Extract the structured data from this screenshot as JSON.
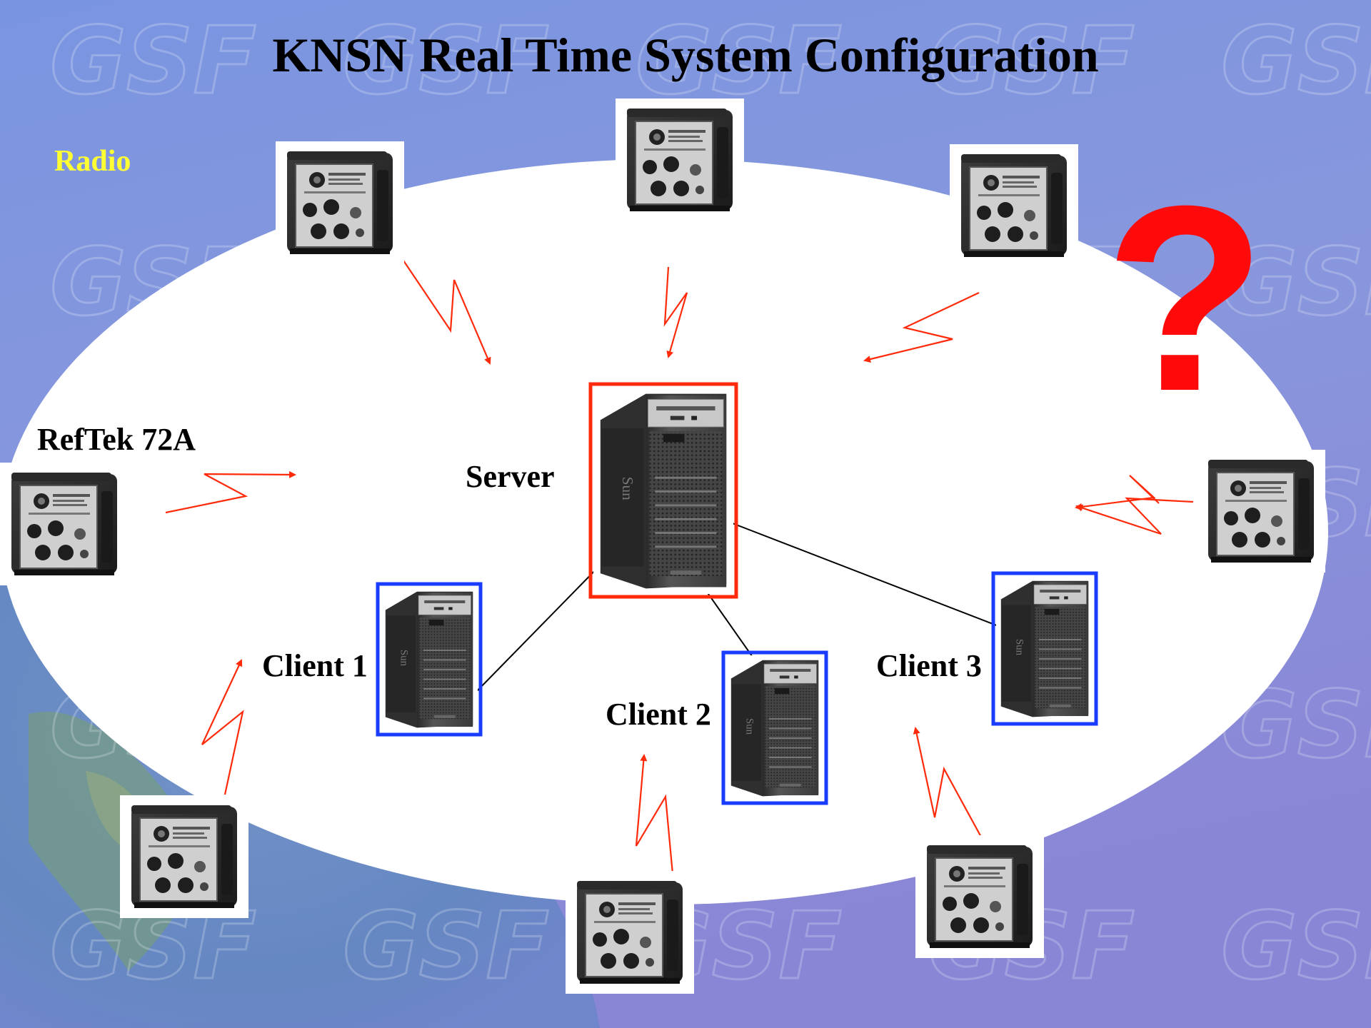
{
  "slide": {
    "title": "KNSN Real Time System Configuration",
    "watermark_text": "GSF"
  },
  "labels": {
    "radio": "Radio",
    "reftek": "RefTek 72A",
    "server": "Server",
    "client1": "Client 1",
    "client2": "Client 2",
    "client3": "Client 3",
    "question": "?"
  },
  "colors": {
    "background_top": "#7f96dd",
    "background_bottom": "#8c84d4",
    "ellipse_fill": "#ffffff",
    "radio_label": "#ffff33",
    "signal_arrow": "#ff2a0a",
    "server_frame": "#ff2a0a",
    "client_frame": "#1a3cff",
    "link_line": "#000000",
    "question_mark": "#ff0a0a"
  },
  "icons": {
    "digitizer": "reftek-digitizer-icon",
    "server": "server-tower-icon",
    "client": "client-tower-icon"
  }
}
